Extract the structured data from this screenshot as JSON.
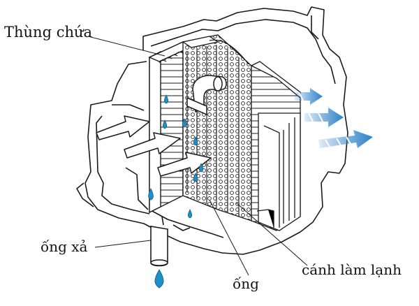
{
  "diagram": {
    "labels": {
      "receiver_tank": "Thùng chứa",
      "drain_pipe": "ống xả",
      "tube": "ống",
      "cooling_fins": "cánh làm lạnh"
    },
    "colors": {
      "line": "#1a1a1a",
      "droplet": "#1e90c8",
      "cool_air": "#2a7fc9",
      "background": "#ffffff"
    },
    "icons": [
      "water-drop-icon",
      "airflow-arrow-icon",
      "cool-air-arrow-icon"
    ]
  }
}
